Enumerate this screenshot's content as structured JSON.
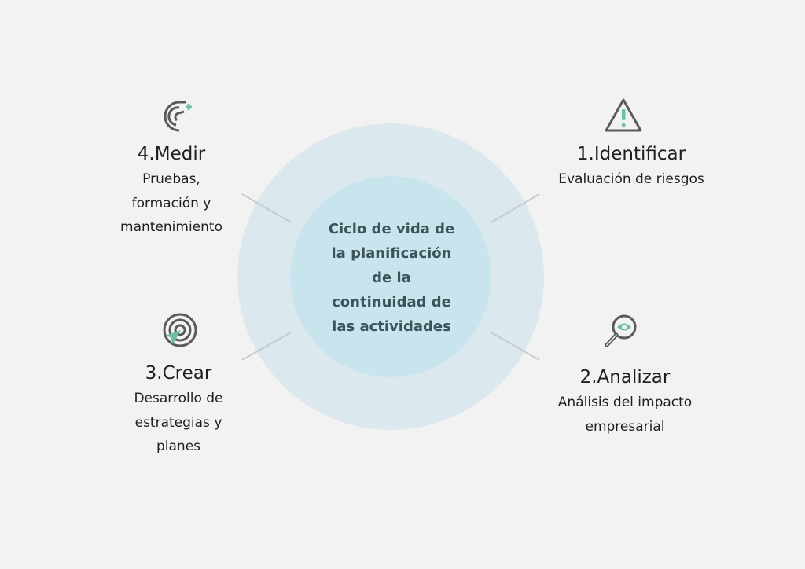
{
  "center": {
    "line1": "Ciclo de vida de",
    "line2": "la planificación",
    "line3": "de la",
    "line4": "continuidad de",
    "line5": "las actividades"
  },
  "steps": [
    {
      "title": "1.Identificar",
      "desc": [
        "Evaluación de riesgos"
      ],
      "icon": "warning-triangle-icon"
    },
    {
      "title": "2.Analizar",
      "desc": [
        "Análisis del impacto",
        "empresarial"
      ],
      "icon": "magnifier-eye-icon"
    },
    {
      "title": "3.Crear",
      "desc": [
        "Desarrollo de",
        "estrategias y",
        "planes"
      ],
      "icon": "target-arrow-icon"
    },
    {
      "title": "4.Medir",
      "desc": [
        "Pruebas,",
        "formación y",
        "mantenimiento"
      ],
      "icon": "refresh-arrows-icon"
    }
  ],
  "colors": {
    "background": "#f2f2f2",
    "outer_circle": "#dbe9ee",
    "inner_circle": "#c8e5ed",
    "accent": "#6fbfa5",
    "icon_gray": "#555555",
    "center_text": "#3e525a"
  }
}
